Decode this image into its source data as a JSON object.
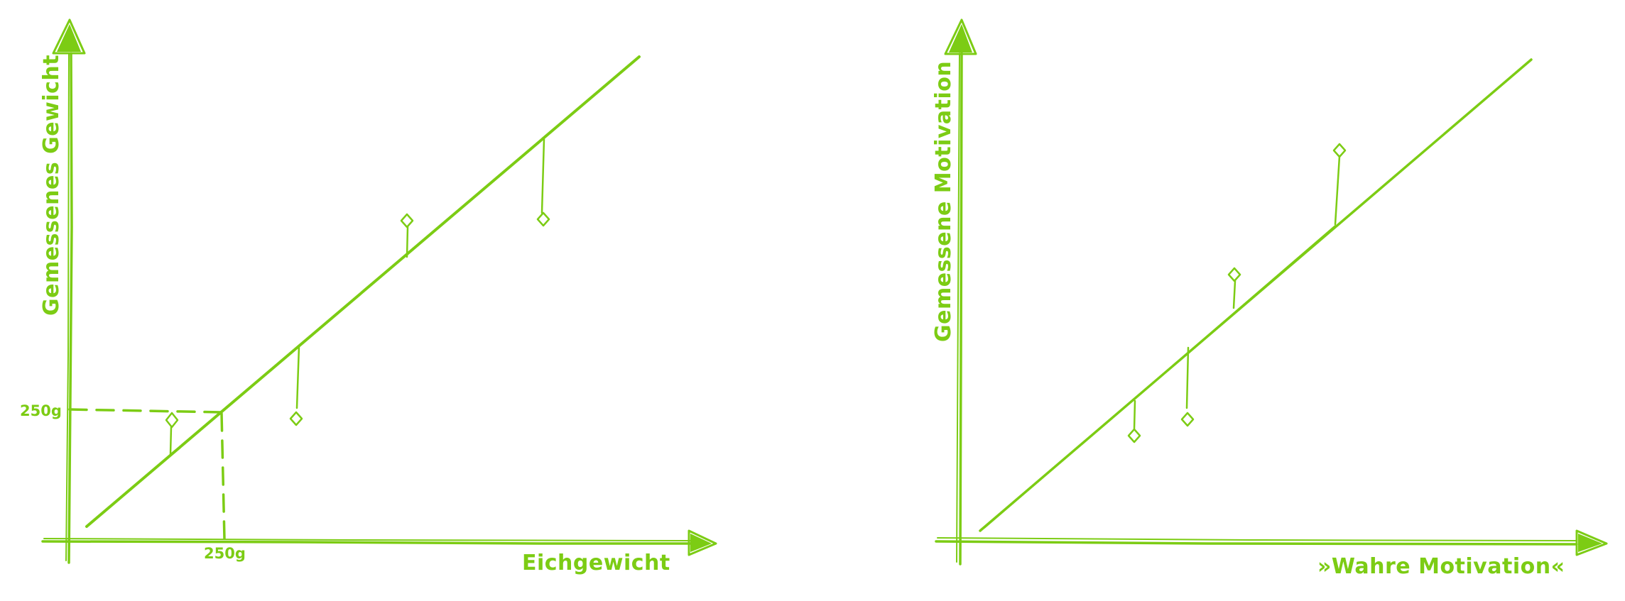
{
  "colors": {
    "accent": "#7ccc14"
  },
  "left_diagram": {
    "y_axis_label": "Gemessenes Gewicht",
    "x_axis_label": "Eichgewicht",
    "y_tick_label": "250g",
    "x_tick_label": "250g"
  },
  "right_diagram": {
    "y_axis_label": "Gemessene Motivation",
    "x_axis_label": "»Wahre Motivation«"
  }
}
